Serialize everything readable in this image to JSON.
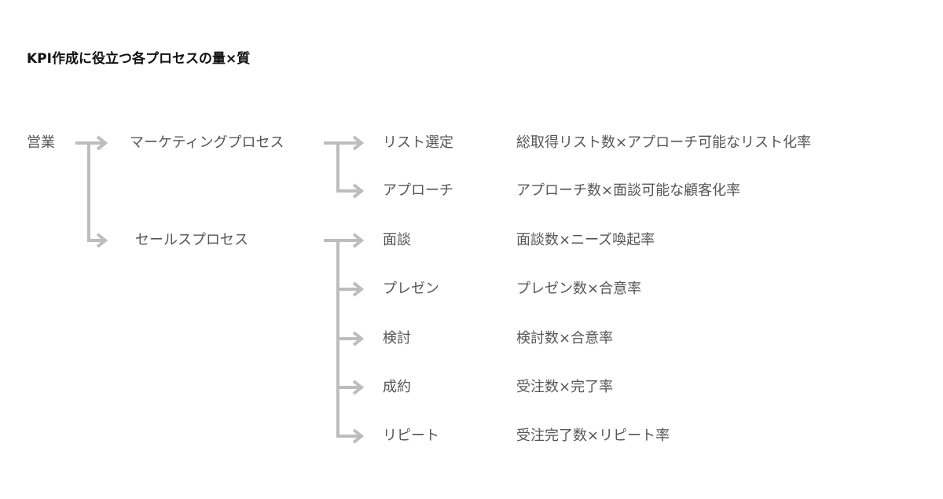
{
  "title": "KPI作成に役立つ各プロセスの量×質",
  "root": "営業",
  "processes": [
    {
      "label": "マーケティングプロセス",
      "steps": [
        {
          "label": "リスト選定",
          "kpi": "総取得リスト数×アプローチ可能なリスト化率"
        },
        {
          "label": "アプローチ",
          "kpi": "アプローチ数×面談可能な顧客化率"
        }
      ]
    },
    {
      "label": "セールスプロセス",
      "steps": [
        {
          "label": "面談",
          "kpi": "面談数×ニーズ喚起率"
        },
        {
          "label": "プレゼン",
          "kpi": "プレゼン数×合意率"
        },
        {
          "label": "検討",
          "kpi": "検討数×合意率"
        },
        {
          "label": "成約",
          "kpi": "受注数×完了率"
        },
        {
          "label": "リピート",
          "kpi": "受注完了数×リピート率"
        }
      ]
    }
  ],
  "colors": {
    "arrow": "#bdbdbd",
    "text": "#555555"
  }
}
